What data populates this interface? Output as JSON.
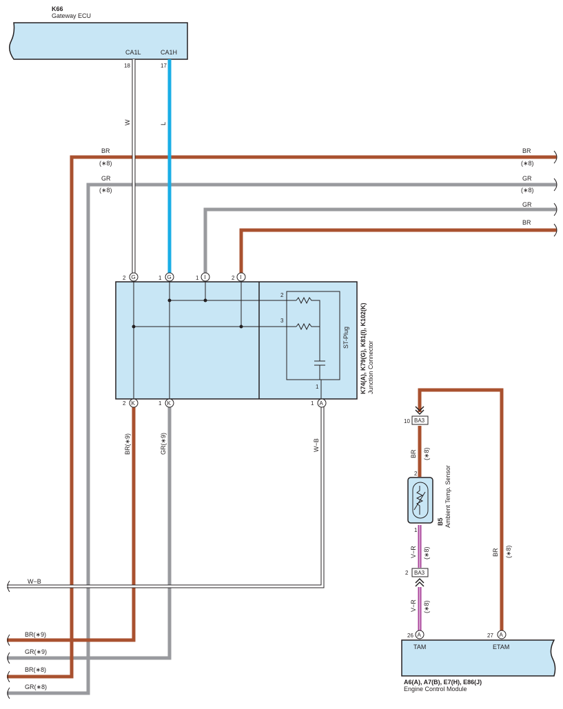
{
  "components": {
    "gateway_ecu": {
      "code": "K66",
      "name": "Gateway ECU",
      "pins": [
        {
          "name": "CA1L",
          "num": "18"
        },
        {
          "name": "CA1H",
          "num": "17"
        }
      ]
    },
    "junction_connector": {
      "code": "K74(A), K79(G), K81(I), K102(K)",
      "name": "Junction Connector",
      "inner_label": "ST-Plug"
    },
    "ambient_sensor": {
      "code": "B5",
      "name": "Ambient Temp.  Sensor"
    },
    "ecm": {
      "code": "A6(A), A7(B), E7(H), E86(J)",
      "name": "Engine Control Module",
      "pins": [
        {
          "name": "TAM",
          "num": "26",
          "letter": "A"
        },
        {
          "name": "ETAM",
          "num": "27",
          "letter": "A"
        }
      ]
    }
  },
  "junction_pins_top": [
    {
      "num": "2",
      "letter": "G"
    },
    {
      "num": "1",
      "letter": "G"
    },
    {
      "num": "1",
      "letter": "I"
    },
    {
      "num": "2",
      "letter": "I"
    }
  ],
  "junction_pins_bottom": [
    {
      "num": "2",
      "letter": "K"
    },
    {
      "num": "1",
      "letter": "K"
    },
    {
      "num": "1",
      "letter": "A"
    }
  ],
  "st_plug_pins": [
    "2",
    "3",
    "1"
  ],
  "connectors": [
    {
      "num": "10",
      "name": "BA3"
    },
    {
      "num": "2",
      "name": "BA3"
    }
  ],
  "sensor_pins": [
    "2",
    "1"
  ],
  "wire_labels": {
    "w": "W",
    "l": "L",
    "br": "BR",
    "gr": "GR",
    "star8": "(∗8)",
    "wb": "W−B",
    "br9": "BR(∗9)",
    "gr9": "GR(∗9)",
    "br8": "BR(∗8)",
    "gr8": "GR(∗8)",
    "vr": "V−R"
  },
  "colors": {
    "BR": "#a9512f",
    "GR": "#999a9e",
    "L": "#19aee6",
    "VR": "#a8429a",
    "box": "#c8e6f5"
  }
}
